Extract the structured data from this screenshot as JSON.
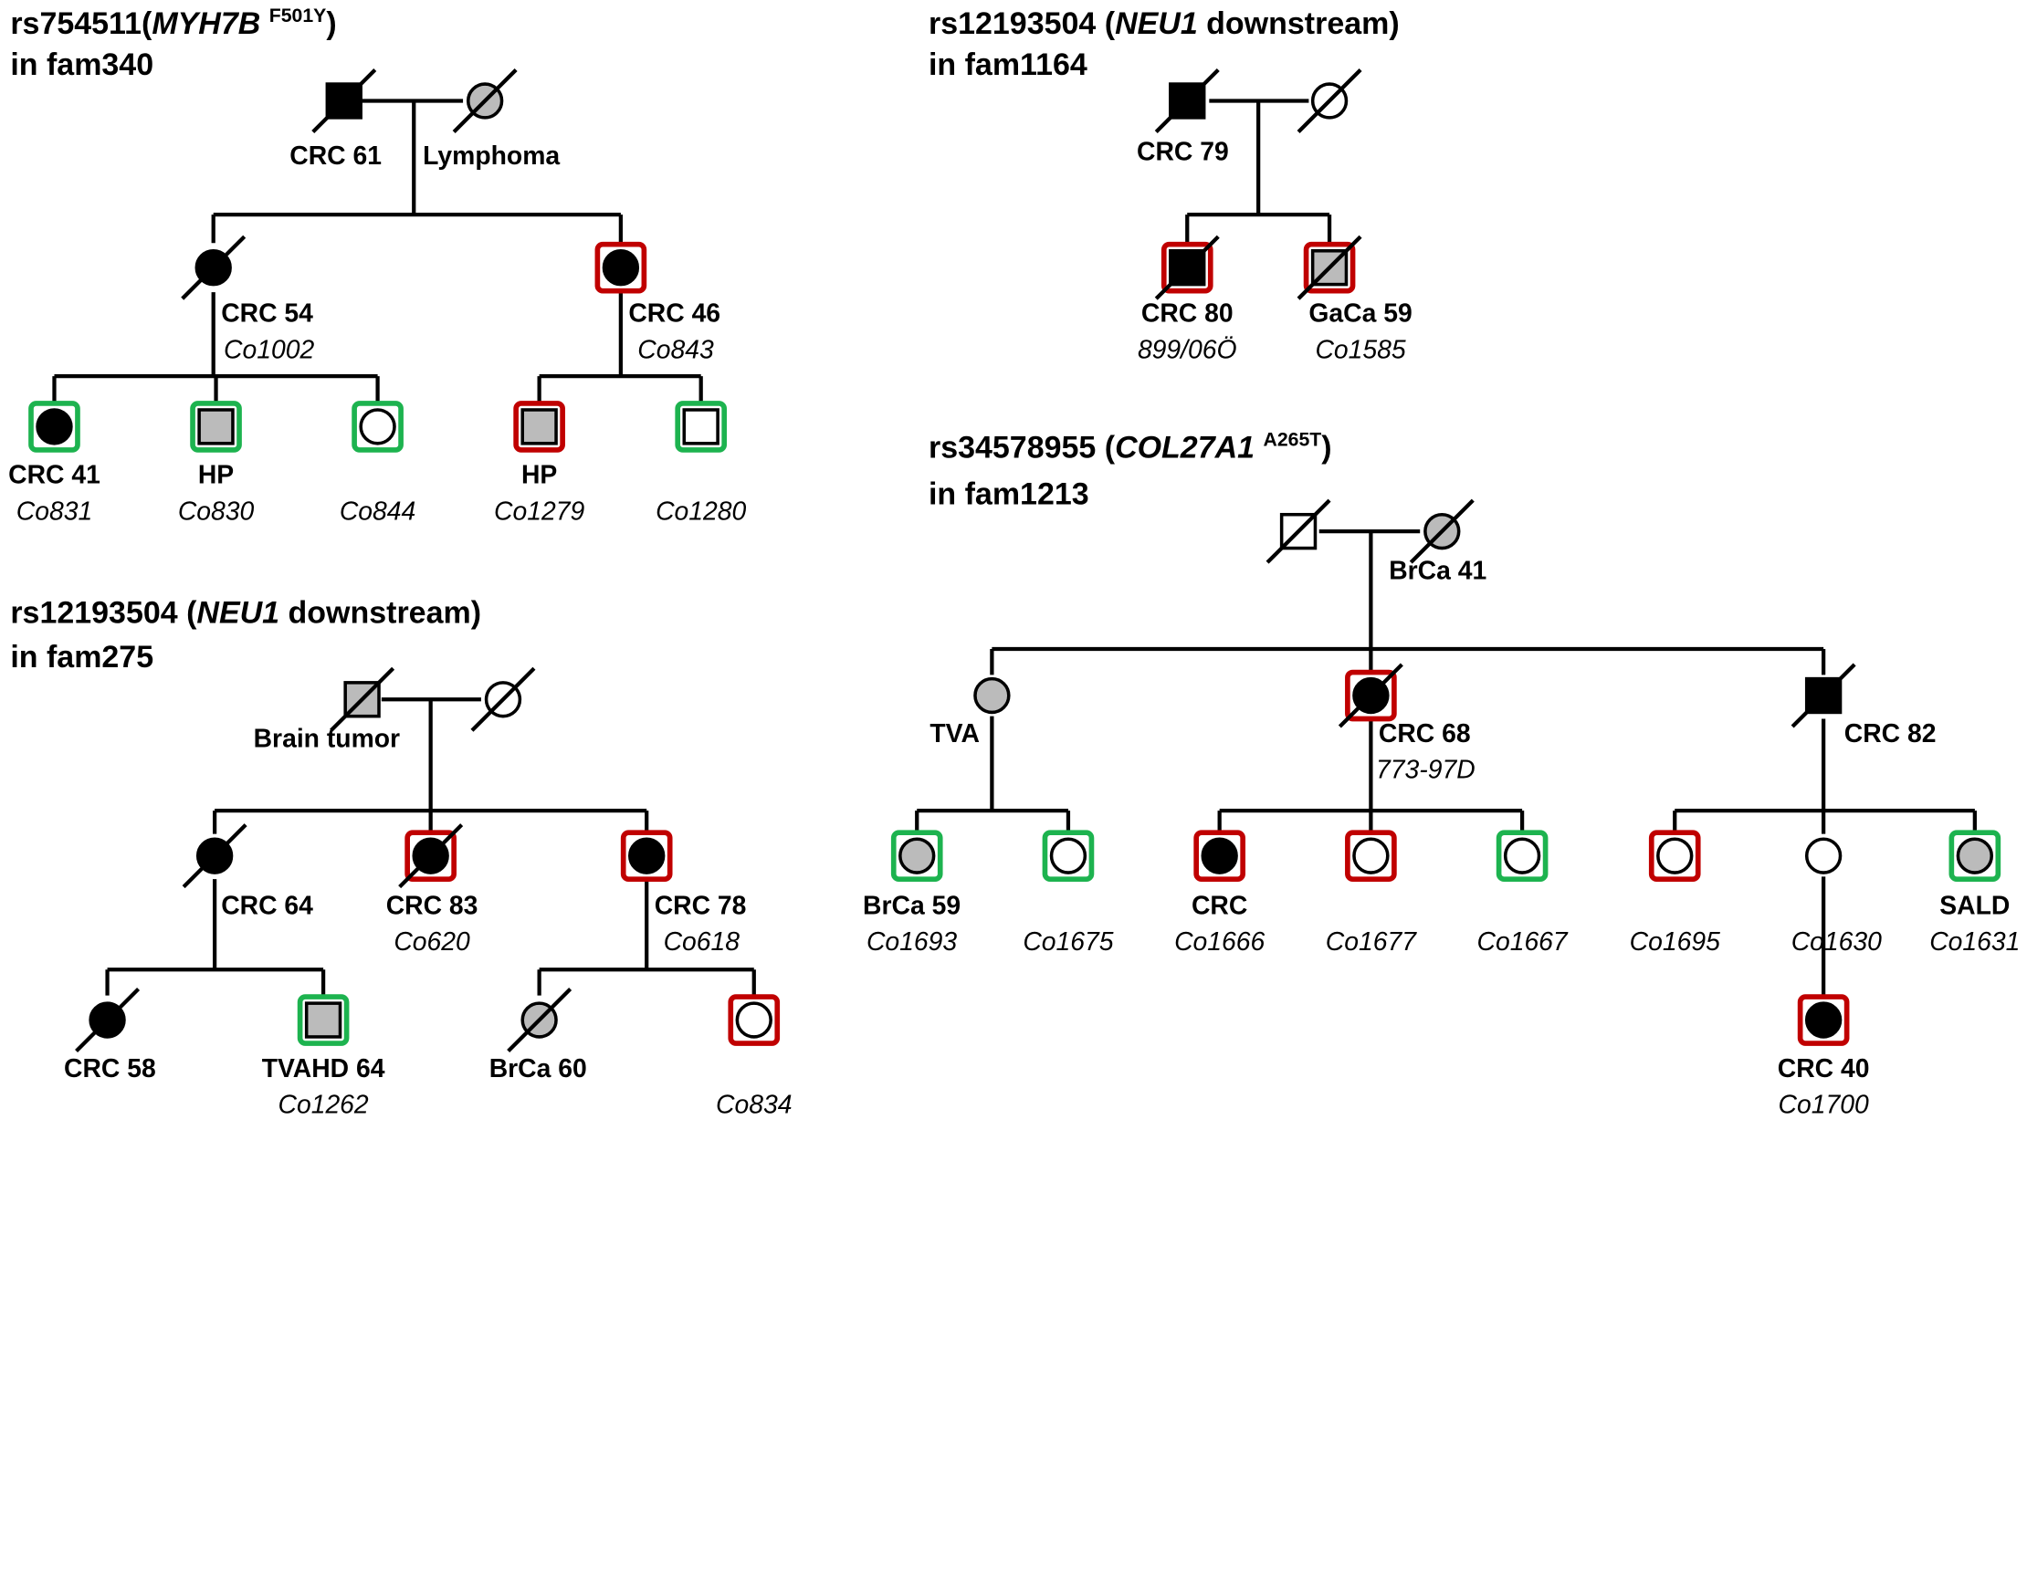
{
  "colors": {
    "affected_crc": "#000000",
    "affected_other": "#bbbbbb",
    "unaffected": "#ffffff",
    "outline": "#000000",
    "frame_red": "#c00000",
    "frame_green": "#1db34f"
  },
  "legend_semantics": {
    "square": "male",
    "circle": "female",
    "slash": "deceased",
    "frame": "sequenced sample"
  },
  "families": [
    {
      "id": "fam340",
      "title": {
        "part1": "rs754511(",
        "gene": "MYH7B",
        "part2": " ",
        "variant": "F501Y",
        "part3": ")",
        "line2": "in fam340"
      },
      "members": [
        {
          "key": "i1",
          "label": "CRC 61"
        },
        {
          "key": "i2",
          "label": "Lymphoma"
        },
        {
          "key": "ii1",
          "label": "CRC 54",
          "sample": "Co1002"
        },
        {
          "key": "ii2",
          "label": "CRC 46",
          "sample": "Co843"
        },
        {
          "key": "iii1",
          "label": "CRC 41",
          "sample": "Co831"
        },
        {
          "key": "iii2",
          "label": "HP",
          "sample": "Co830"
        },
        {
          "key": "iii3",
          "label": "",
          "sample": "Co844"
        },
        {
          "key": "iii4",
          "label": "HP",
          "sample": "Co1279"
        },
        {
          "key": "iii5",
          "label": "",
          "sample": "Co1280"
        }
      ]
    },
    {
      "id": "fam1164",
      "title": {
        "part1": "rs12193504 (",
        "gene": "NEU1",
        "part2": " downstream)",
        "variant": "",
        "part3": "",
        "line2": "in fam1164"
      },
      "members": [
        {
          "key": "i1",
          "label": "CRC 79"
        },
        {
          "key": "ii1",
          "label": "CRC 80",
          "sample": "899/06Ö"
        },
        {
          "key": "ii2",
          "label": "GaCa 59",
          "sample": "Co1585"
        }
      ]
    },
    {
      "id": "fam275",
      "title": {
        "part1": "rs12193504 (",
        "gene": "NEU1",
        "part2": " downstream)",
        "variant": "",
        "part3": "",
        "line2": "in fam275"
      },
      "members": [
        {
          "key": "i1",
          "label": "Brain tumor"
        },
        {
          "key": "ii1",
          "label": "CRC 64"
        },
        {
          "key": "ii2",
          "label": "CRC 83",
          "sample": "Co620"
        },
        {
          "key": "ii3",
          "label": "CRC 78",
          "sample": "Co618"
        },
        {
          "key": "iii1",
          "label": "CRC 58"
        },
        {
          "key": "iii2",
          "label": "TVAHD 64",
          "sample": "Co1262"
        },
        {
          "key": "iii3",
          "label": "BrCa 60"
        },
        {
          "key": "iii4",
          "label": "",
          "sample": "Co834"
        }
      ]
    },
    {
      "id": "fam1213",
      "title": {
        "part1": "rs34578955 (",
        "gene": "COL27A1",
        "part2": " ",
        "variant": "A265T",
        "part3": ")",
        "line2": "in fam1213"
      },
      "members": [
        {
          "key": "i2",
          "label": "BrCa 41"
        },
        {
          "key": "ii1",
          "label": "TVA"
        },
        {
          "key": "ii2",
          "label": "CRC 68",
          "sample": "773-97D"
        },
        {
          "key": "ii3",
          "label": "CRC 82"
        },
        {
          "key": "iii1",
          "label": "BrCa 59",
          "sample": "Co1693"
        },
        {
          "key": "iii2",
          "label": "",
          "sample": "Co1675"
        },
        {
          "key": "iii3",
          "label": "CRC",
          "sample": "Co1666"
        },
        {
          "key": "iii4",
          "label": "",
          "sample": "Co1677"
        },
        {
          "key": "iii5",
          "label": "",
          "sample": "Co1667"
        },
        {
          "key": "iii6",
          "label": "",
          "sample": "Co1695"
        },
        {
          "key": "iii7",
          "label": "",
          "sample": "Co1630"
        },
        {
          "key": "iii8",
          "label": "SALD",
          "sample": "Co1631"
        },
        {
          "key": "iv1",
          "label": "CRC 40",
          "sample": "Co1700"
        }
      ]
    }
  ]
}
